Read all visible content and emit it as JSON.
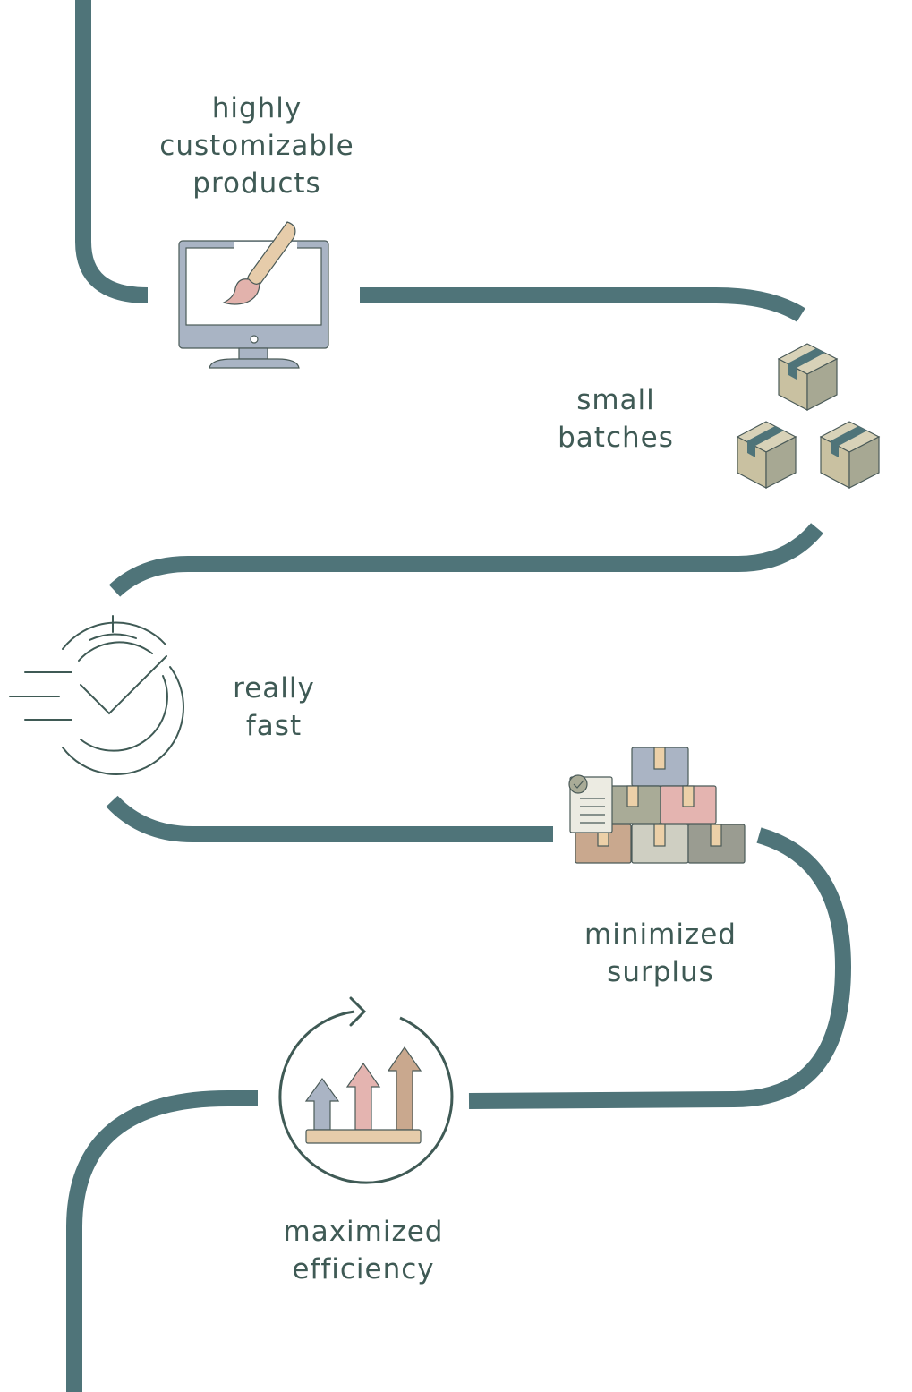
{
  "colors": {
    "path": "#4f7479",
    "text": "#3f5a55",
    "outline": "#4a5a58",
    "monitor": "#a9b4c4",
    "brush_handle": "#e6ccaa",
    "brush_tip": "#e2b2ac",
    "box_face": "#c9c1a1",
    "box_side": "#a7a893",
    "tape": "#4f7479",
    "stopwatch": "#3f5a55",
    "stack_blue": "#aab4c4",
    "stack_green": "#a9ab97",
    "stack_pink": "#e4b4b0",
    "stack_tan": "#c9a88e",
    "stack_light": "#cfcfc2",
    "stack_grey": "#9a9c91",
    "stack_tab": "#ecd0a8",
    "arrow_blue": "#aab4c4",
    "arrow_pink": "#e4b4b0",
    "arrow_tan": "#c9a88e",
    "base_bar": "#e6ccaa",
    "cycle_ring": "#3f5a55"
  },
  "steps": [
    {
      "icon": "monitor-paintbrush-icon",
      "lines": [
        "highly",
        "customizable",
        "products"
      ]
    },
    {
      "icon": "boxes-icon",
      "lines": [
        "small",
        "batches"
      ]
    },
    {
      "icon": "stopwatch-check-icon",
      "lines": [
        "really",
        "fast"
      ]
    },
    {
      "icon": "box-stack-checklist-icon",
      "lines": [
        "minimized",
        "surplus"
      ]
    },
    {
      "icon": "growth-cycle-icon",
      "lines": [
        "maximized",
        "efficiency"
      ]
    }
  ]
}
